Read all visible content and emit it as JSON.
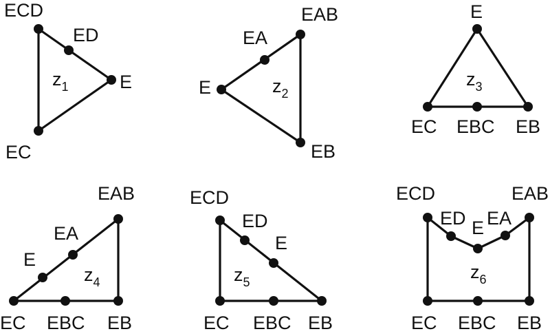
{
  "diagrams": [
    {
      "id": "z1",
      "region": {
        "letter": "z",
        "index": "1"
      },
      "vertices": [
        "ECD",
        "ED",
        "E",
        "EC"
      ]
    },
    {
      "id": "z2",
      "region": {
        "letter": "z",
        "index": "2"
      },
      "vertices": [
        "EAB",
        "EA",
        "E",
        "EB"
      ]
    },
    {
      "id": "z3",
      "region": {
        "letter": "z",
        "index": "3"
      },
      "vertices": [
        "E",
        "EC",
        "EBC",
        "EB"
      ]
    },
    {
      "id": "z4",
      "region": {
        "letter": "z",
        "index": "4"
      },
      "vertices": [
        "EAB",
        "EA",
        "E",
        "EC",
        "EBC",
        "EB"
      ]
    },
    {
      "id": "z5",
      "region": {
        "letter": "z",
        "index": "5"
      },
      "vertices": [
        "ECD",
        "ED",
        "E",
        "EC",
        "EBC",
        "EB"
      ]
    },
    {
      "id": "z6",
      "region": {
        "letter": "z",
        "index": "6"
      },
      "vertices": [
        "ECD",
        "ED",
        "E",
        "EA",
        "EAB",
        "EC",
        "EBC",
        "EB"
      ]
    }
  ]
}
